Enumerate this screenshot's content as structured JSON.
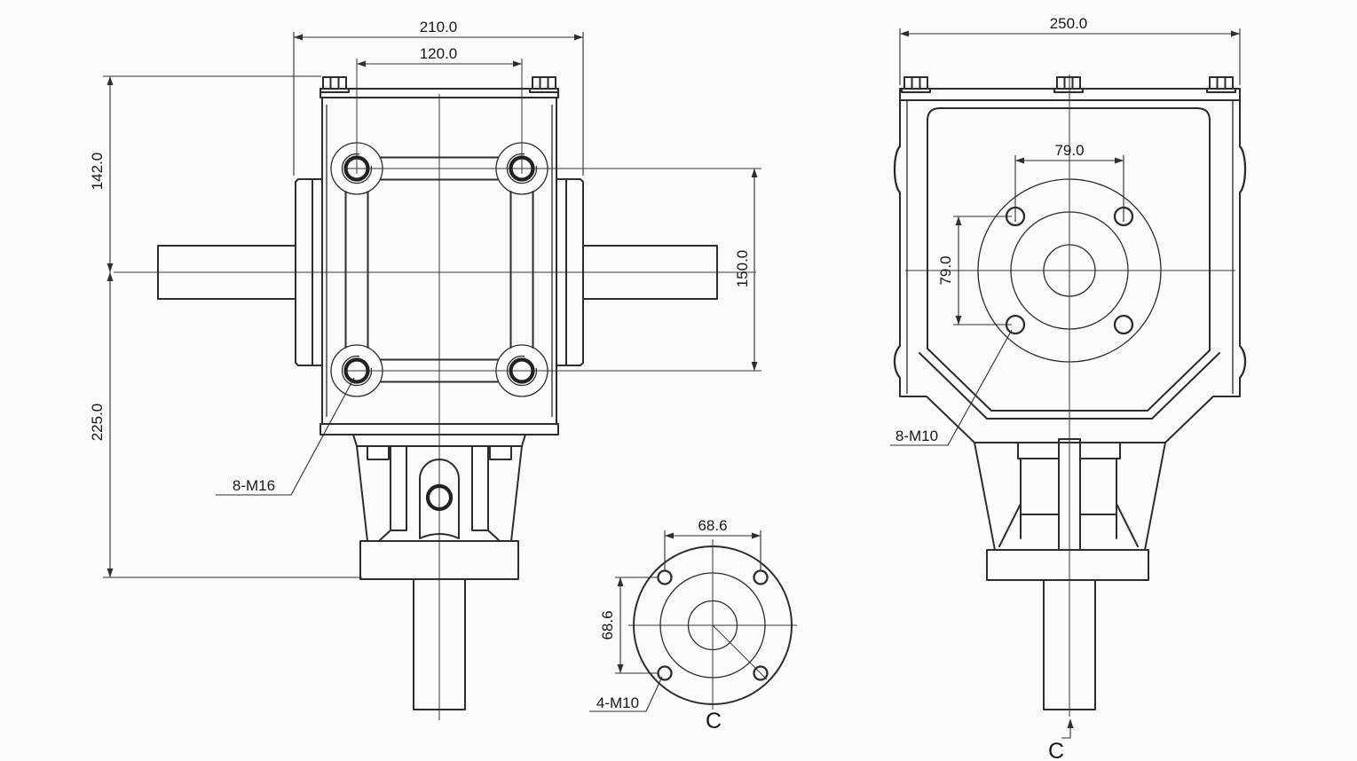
{
  "front_view": {
    "dim_overall_width": "210.0",
    "dim_top_bolt_spacing": "120.0",
    "dim_top_to_shaft_axis": "142.0",
    "dim_shaft_axis_to_base": "225.0",
    "dim_side_bolt_spacing": "150.0",
    "thread_callout": "8-M16"
  },
  "side_view": {
    "dim_overall_width": "250.0",
    "dim_flange_bolt_spacing_h": "79.0",
    "dim_flange_bolt_spacing_v": "79.0",
    "thread_callout": "8-M10",
    "view_direction_label": "C"
  },
  "detail_view_c": {
    "dim_bolt_spacing_h": "68.6",
    "dim_bolt_spacing_v": "68.6",
    "thread_callout": "4-M10",
    "view_label": "C"
  },
  "colors": {
    "line": "#2d2d2d",
    "text": "#161616",
    "background": "#fbfbfb"
  }
}
